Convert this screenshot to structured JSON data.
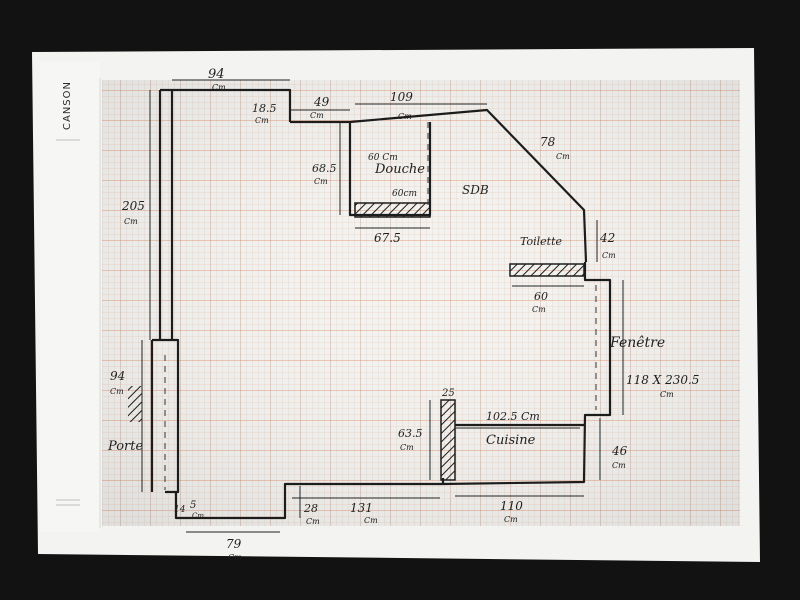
{
  "brand": {
    "name": "CANSON"
  },
  "dimensions": {
    "top_width": "94",
    "top_unit": "Cm",
    "step_height": "18.5",
    "step_unit": "Cm",
    "seg_49": "49",
    "seg_49_unit": "Cm",
    "seg_109": "109",
    "seg_109_unit": "Cm",
    "diag_78": "78",
    "diag_78_unit": "Cm",
    "left_205": "205",
    "left_205_unit": "Cm",
    "shower_depth": "68.5",
    "shower_depth_unit": "Cm",
    "shower_width": "67.5",
    "right_42": "42",
    "right_42_unit": "Cm",
    "toilet_60": "60",
    "toilet_60_unit": "Cm",
    "porte_94": "94",
    "porte_94_unit": "Cm",
    "window_dims": "118 X 230.5",
    "window_unit": "Cm",
    "kitchen_635": "63.5",
    "kitchen_635_unit": "Cm",
    "kitchen_25": "25",
    "kitchen_1025": "102.5 Cm",
    "right_46": "46",
    "right_46_unit": "Cm",
    "bottom_5": "5",
    "bottom_5_unit": "Cm",
    "bottom_14": "14",
    "bottom_28": "28",
    "bottom_28_unit": "Cm",
    "bottom_131": "131",
    "bottom_131_unit": "Cm",
    "bottom_110": "110",
    "bottom_110_unit": "Cm",
    "bottom_79": "79",
    "bottom_79_unit": "Cm"
  },
  "labels": {
    "douche_top": "60 Cm",
    "douche": "Douche",
    "douche_bottom": "60cm",
    "sdb": "SDB",
    "toilette": "Toilette",
    "fenetre": "Fenêtre",
    "porte": "Porte",
    "cuisine": "Cuisine"
  }
}
